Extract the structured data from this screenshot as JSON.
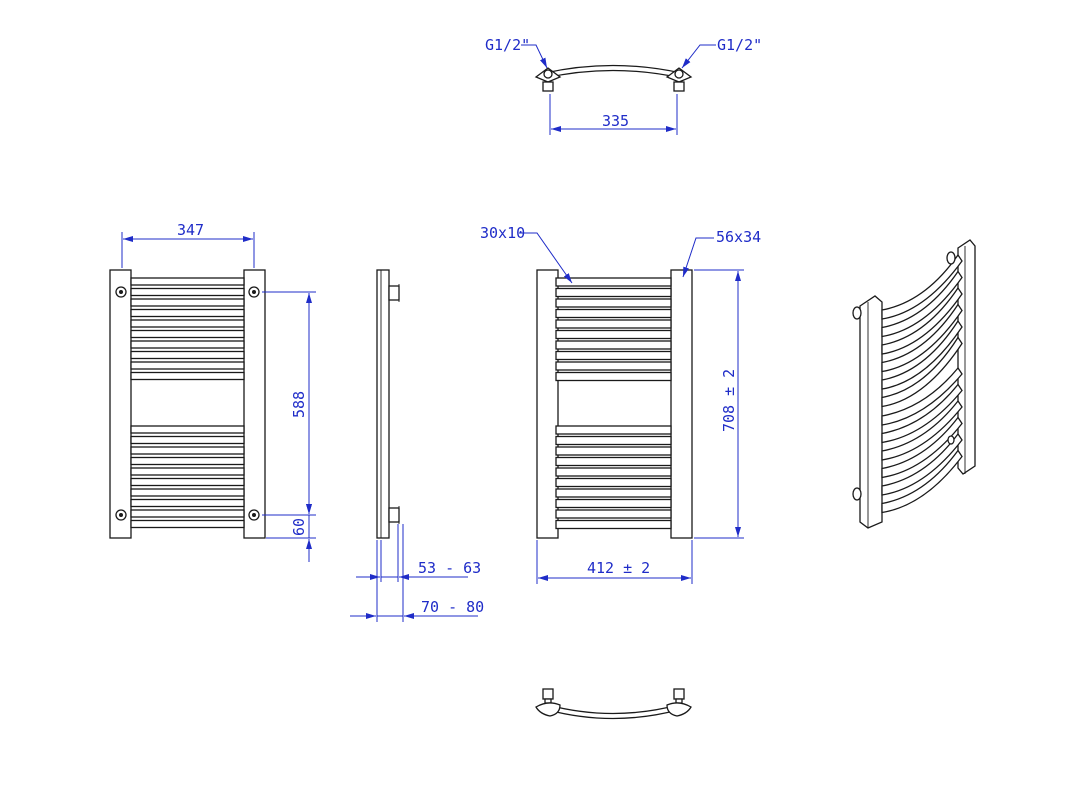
{
  "colors": {
    "dimension": "#1f2cc8",
    "outline": "#1a1a1a",
    "background": "#ffffff"
  },
  "top_view": {
    "inlet_left": "G1/2\"",
    "inlet_right": "G1/2\"",
    "width": "335"
  },
  "front_view": {
    "width": "347",
    "center_height": "588",
    "bottom_offset": "60"
  },
  "side_view": {
    "depth_min": "53 - 63",
    "depth_max": "70 - 80"
  },
  "rear_view": {
    "rung_size": "30x10",
    "column_size": "56x34",
    "height": "708 ± 2",
    "width": "412 ± 2"
  }
}
